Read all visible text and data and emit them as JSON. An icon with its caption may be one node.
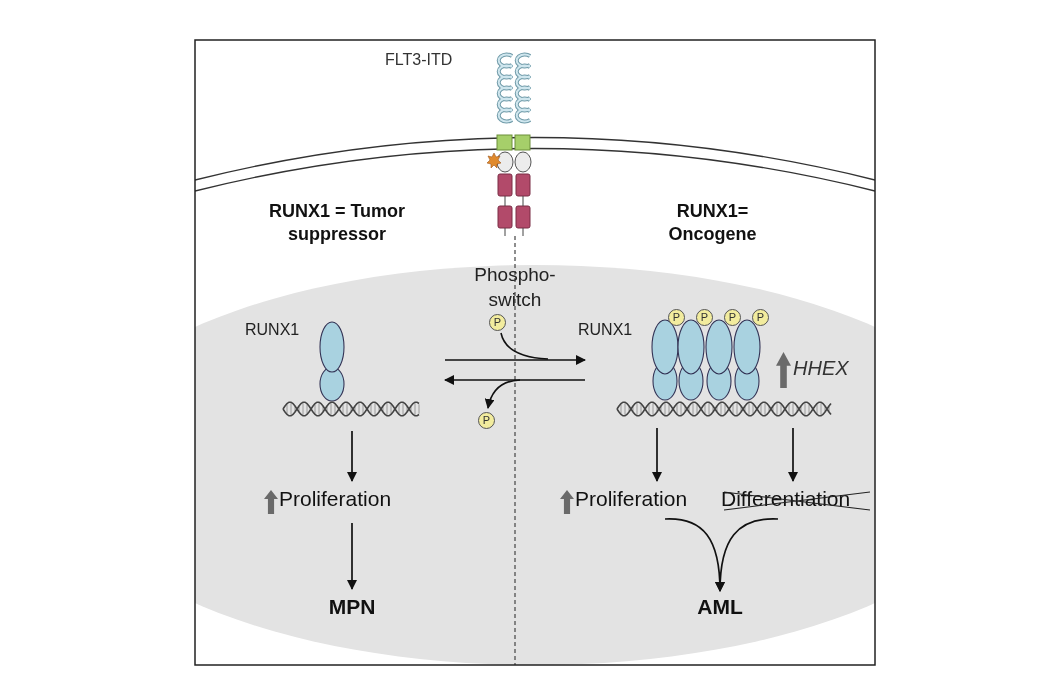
{
  "diagram": {
    "nodes": [
      {
        "text": [],
        "shape": "picture",
        "beside": [
          "RUNX1"
        ]
      },
      {
        "text": [
          "Proliferation"
        ]
      },
      {
        "text": [
          "MPN"
        ]
      },
      {
        "text": [],
        "shape": "picture",
        "beside": [
          "RUNX1"
        ]
      },
      {
        "text": [
          "Proliferation"
        ]
      },
      {
        "text": [
          "Differentiation"
        ]
      },
      {
        "text": [
          "AML"
        ]
      }
    ],
    "edges": [
      {
        "from": 0,
        "to": 3,
        "arrow": "to"
      },
      {
        "from": 3,
        "to": 0,
        "arrow": "to"
      },
      {
        "from": 0,
        "to": 1,
        "arrow": "to"
      },
      {
        "from": 1,
        "to": 2,
        "arrow": "to"
      },
      {
        "from": 3,
        "to": 4,
        "arrow": "to"
      },
      {
        "from": 3,
        "to": 5,
        "arrow": "to"
      },
      {
        "from": 4,
        "to": 6,
        "arrow": "to"
      },
      {
        "from": 5,
        "to": 6,
        "arrow": "to"
      }
    ],
    "labels": [
      "FLT3-ITD",
      "RUNX1 = Tumor suppressor",
      "RUNX1= Oncogene",
      "Phospho- switch",
      "P",
      "P",
      "P",
      "P",
      "P",
      "P",
      "HHEX"
    ]
  }
}
